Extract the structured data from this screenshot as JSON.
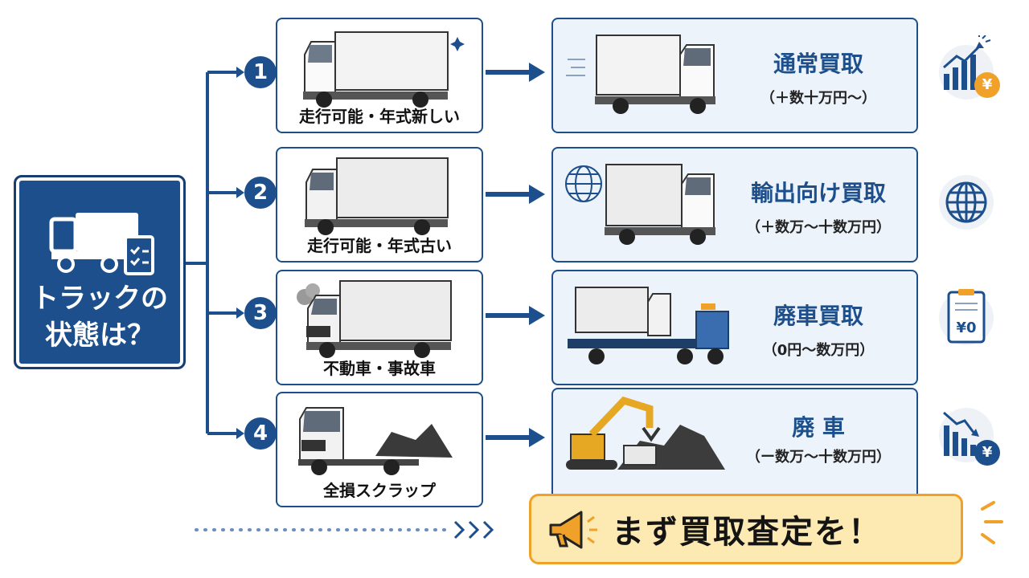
{
  "start": {
    "title_line1": "トラックの",
    "title_line2": "状態は？"
  },
  "branches": [
    {
      "number": "1",
      "condition": "走行可能・年式新しい",
      "result_title": "通常買取",
      "result_range": "（＋数十万円〜）",
      "side_icon": "chart-up-yen-icon"
    },
    {
      "number": "2",
      "condition": "走行可能・年式古い",
      "result_title": "輸出向け買取",
      "result_range": "（＋数万〜十数万円）",
      "side_icon": "globe-icon"
    },
    {
      "number": "3",
      "condition": "不動車・事故車",
      "result_title": "廃車買取",
      "result_range": "（0円〜数万円）",
      "side_icon": "clipboard-yen-zero-icon"
    },
    {
      "number": "4",
      "condition": "全損スクラップ",
      "result_title": "廃 車",
      "result_range": "（ー数万〜十数万円）",
      "side_icon": "chart-down-yen-icon"
    }
  ],
  "side_icon_text": {
    "yen": "¥",
    "yen_zero": "¥0"
  },
  "cta": {
    "text": "まず買取査定を！",
    "icon": "megaphone-icon"
  },
  "colors": {
    "primary": "#1d4f8c",
    "result_bg": "#edf3fa",
    "cta_bg": "#fde9b2",
    "cta_border": "#f0a12a",
    "yen_coin": "#f0a12a"
  }
}
